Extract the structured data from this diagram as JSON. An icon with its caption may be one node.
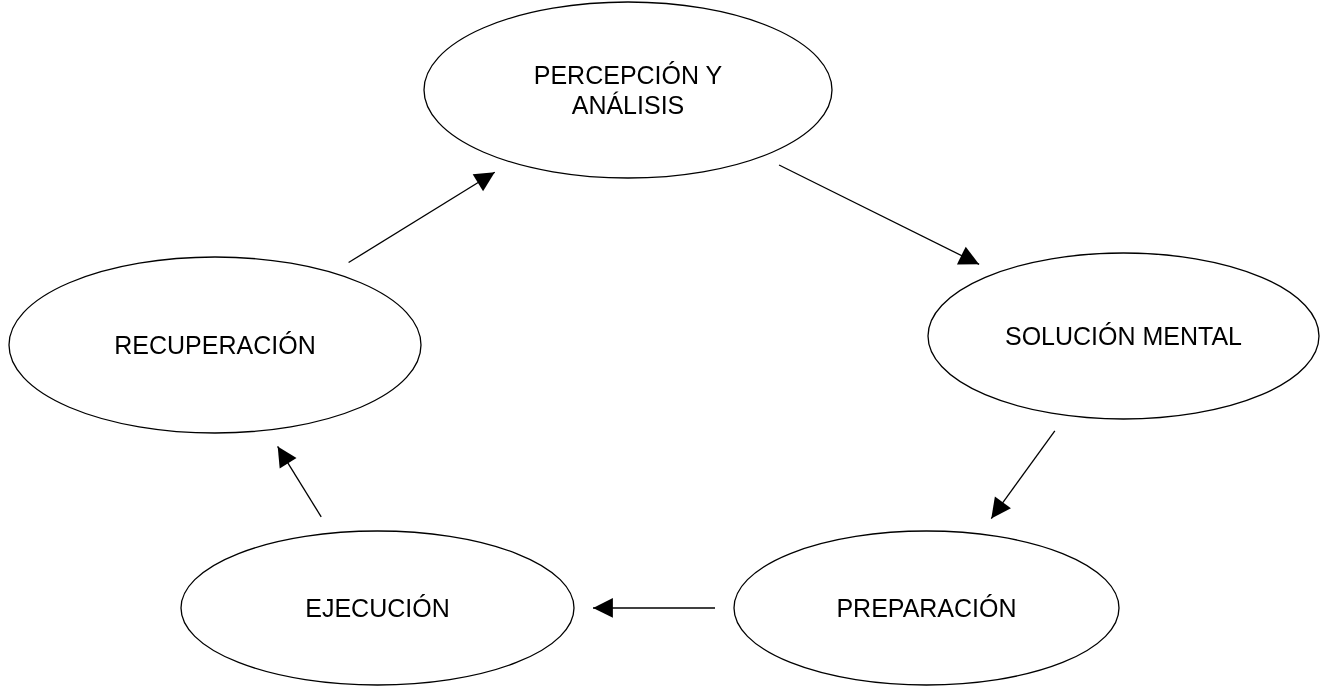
{
  "diagram": {
    "nodes": [
      {
        "text": [
          "PERCEPCIÓN Y ANÁLISIS"
        ]
      },
      {
        "text": [
          "SOLUCIÓN MENTAL"
        ]
      },
      {
        "text": [
          "PREPARACIÓN"
        ]
      },
      {
        "text": [
          "EJECUCIÓN"
        ]
      },
      {
        "text": [
          "RECUPERACIÓN"
        ]
      }
    ],
    "edges": [
      {
        "from": 0,
        "to": 1,
        "arrow": "to"
      },
      {
        "from": 1,
        "to": 2,
        "arrow": "to"
      },
      {
        "from": 2,
        "to": 3,
        "arrow": "to"
      },
      {
        "from": 3,
        "to": 4,
        "arrow": "to"
      },
      {
        "from": 4,
        "to": 0,
        "arrow": "to"
      }
    ]
  }
}
